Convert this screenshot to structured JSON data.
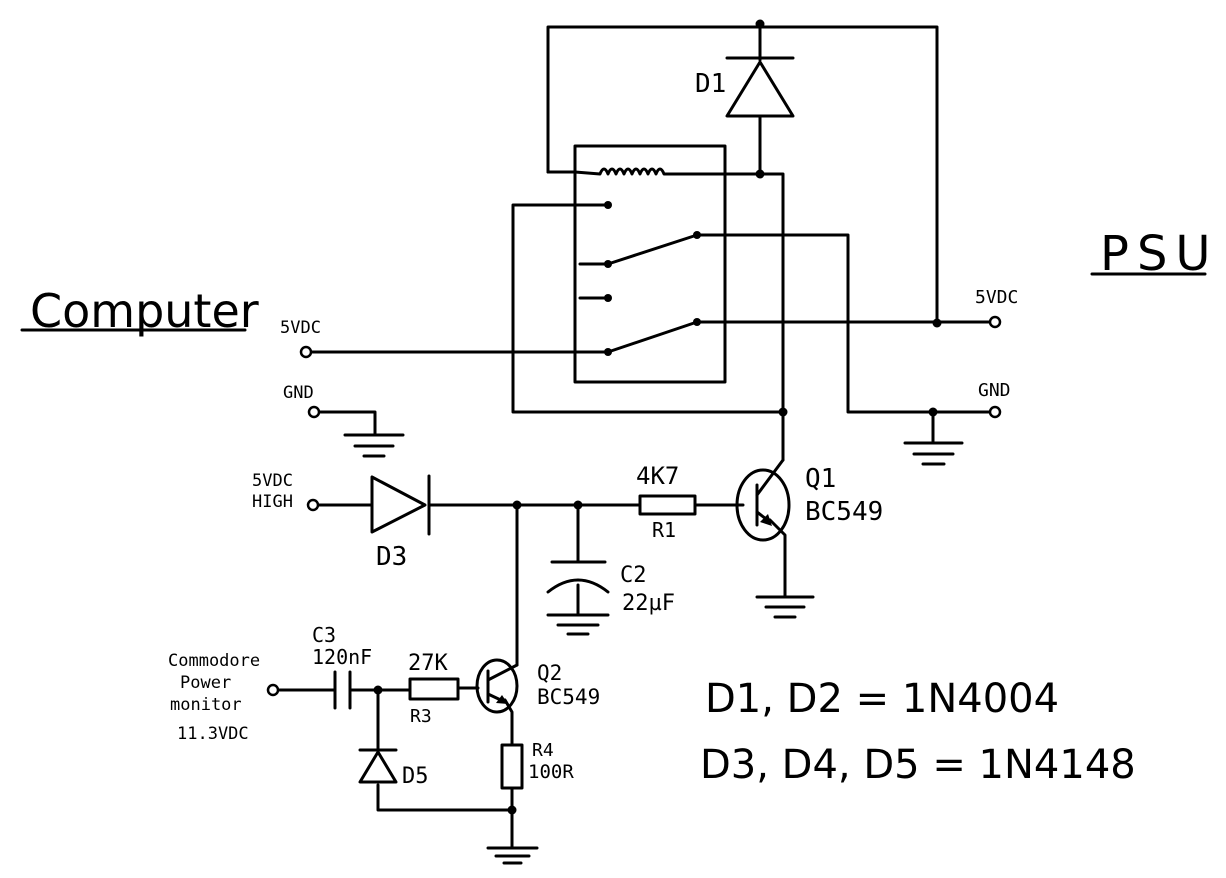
{
  "sides": {
    "left": "Computer",
    "right": "PSU"
  },
  "terminals": {
    "comp_5v": "5VDC",
    "comp_gnd": "GND",
    "comp_high_1": "5VDC",
    "comp_high_2": "HIGH",
    "psu_5v": "5VDC",
    "psu_gnd": "GND",
    "monitor_1": "Commodore",
    "monitor_2": "Power",
    "monitor_3": "monitor",
    "monitor_4": "11.3VDC"
  },
  "components": {
    "d1": {
      "ref": "D1"
    },
    "d3": {
      "ref": "D3"
    },
    "d5": {
      "ref": "D5"
    },
    "r1": {
      "ref": "R1",
      "value": "4K7"
    },
    "r3": {
      "ref": "R3",
      "value": "27K"
    },
    "r4": {
      "ref": "R4",
      "value": "100R"
    },
    "c2": {
      "ref": "C2",
      "value": "22µF"
    },
    "c3": {
      "ref": "C3",
      "value": "120nF"
    },
    "q1": {
      "ref": "Q1",
      "value": "BC549"
    },
    "q2": {
      "ref": "Q2",
      "value": "BC549"
    }
  },
  "notes": {
    "line1": "D1, D2 = 1N4004",
    "line2": "D3, D4, D5 = 1N4148"
  }
}
